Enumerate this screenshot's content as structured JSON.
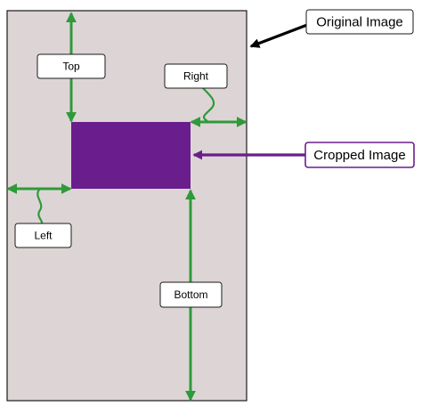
{
  "labels": {
    "original_image": "Original Image",
    "cropped_image": "Cropped Image",
    "top": "Top",
    "right": "Right",
    "left": "Left",
    "bottom": "Bottom"
  },
  "colors": {
    "page_background": "#ffffff",
    "original_fill": "#ddd5d5",
    "original_stroke": "#1a1a1a",
    "cropped_fill": "#6a1d8c",
    "arrow_green": "#2e9a3a",
    "callout_black": "#000000",
    "callout_purple": "#6a1d8c",
    "label_fill": "#ffffff",
    "label_stroke": "#1a1a1a"
  }
}
